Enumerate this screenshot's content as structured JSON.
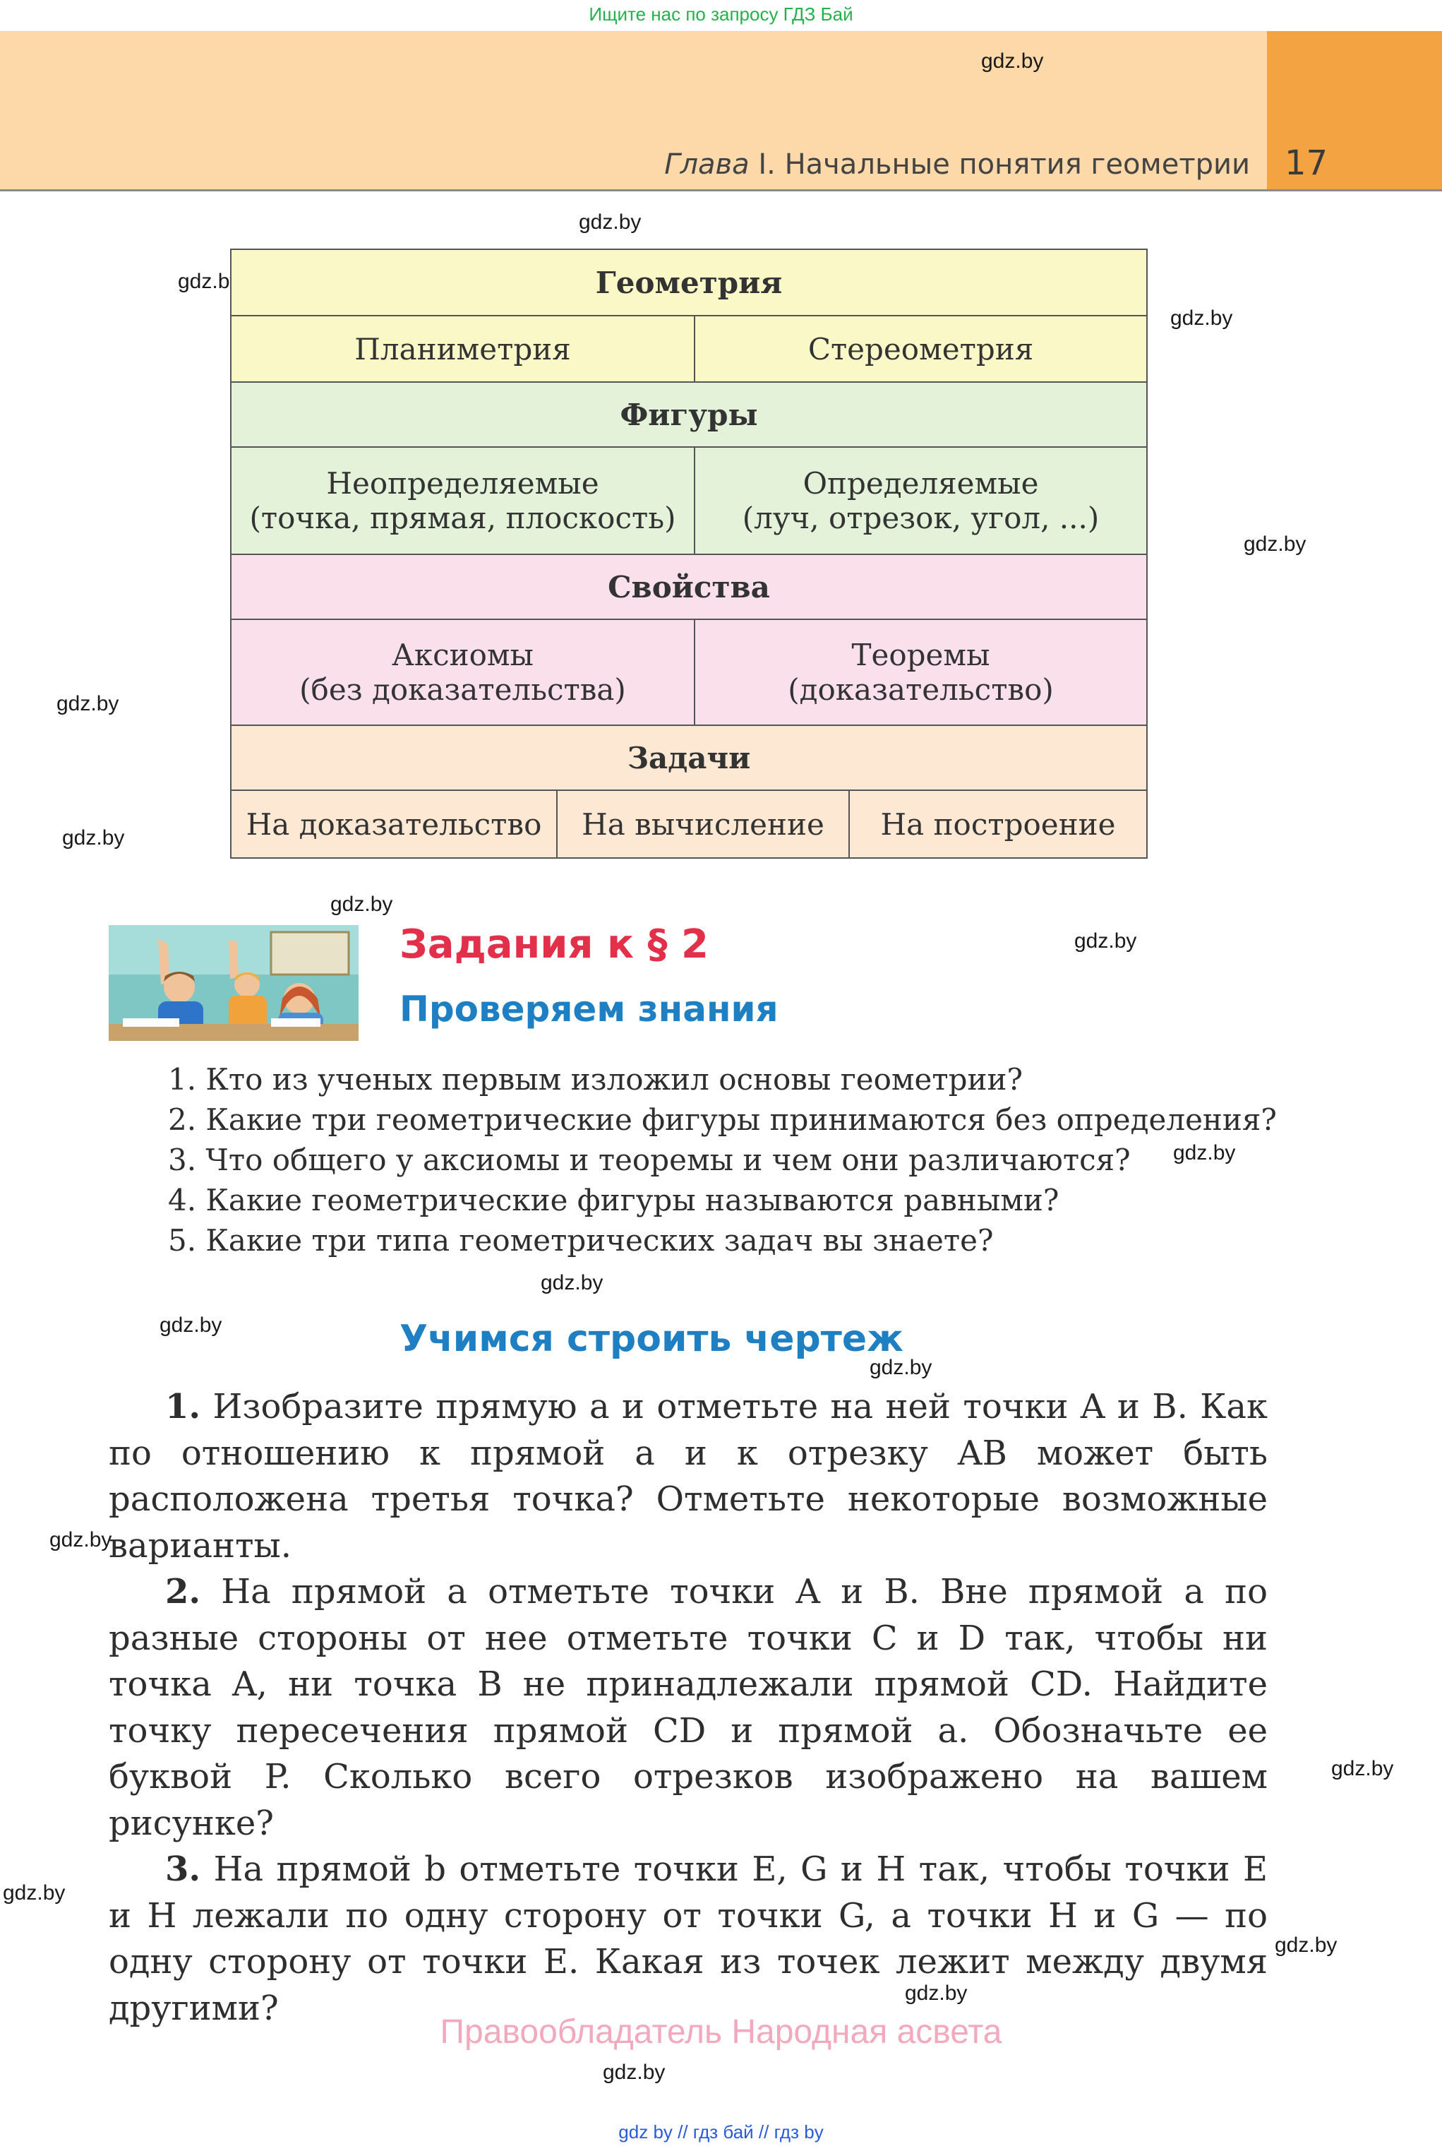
{
  "top_banner": "Ищите нас по запросу ГДЗ Бай",
  "header": {
    "chapter_italic": "Глава",
    "chapter_rest": " I. Начальные понятия геометрии",
    "page_number": "17",
    "band_color": "#fdd8a8",
    "number_color": "#f4a343"
  },
  "watermark": "gdz.by",
  "scheme": {
    "geometry": "Геометрия",
    "planimetry": "Планиметрия",
    "stereometry": "Стереометрия",
    "figures": "Фигуры",
    "undefined_title": "Неопределяемые",
    "undefined_list": "(точка, прямая, плоскость)",
    "defined_title": "Определяемые",
    "defined_list": "(луч, отрезок, угол, ...)",
    "properties": "Свойства",
    "axioms_title": "Аксиомы",
    "axioms_note": "(без доказательства)",
    "theorems_title": "Теоремы",
    "theorems_note": "(доказательство)",
    "tasks": "Задачи",
    "task_types": [
      "На доказательство",
      "На вычисление",
      "На построение"
    ]
  },
  "tasks_section": {
    "title": "Задания к § 2",
    "subtitle": "Проверяем знания",
    "questions": [
      "1. Кто из ученых первым изложил основы геометрии?",
      "2. Какие три геометрические фигуры принимаются без определения?",
      "3. Что общего у аксиомы и теоремы и чем они различаются?",
      "4. Какие геометрические фигуры называются равными?",
      "5. Какие три типа геометрических задач вы знаете?"
    ],
    "drawing_title": "Учимся строить чертеж"
  },
  "exercises": {
    "e1_num": "1.",
    "e1_text": "Изобразите прямую a и отметьте на ней точки A и B. Как по отношению к прямой a и к отрезку AB может быть расположена третья точка? Отметьте некоторые возможные варианты.",
    "e2_num": "2.",
    "e2_text": "На прямой a отметьте точки A и B. Вне прямой a по разные стороны от нее отметьте точки C и D так, чтобы ни точка A, ни точка B не принадлежали прямой CD. Найдите точку пересечения прямой CD и прямой a. Обозначьте ее буквой P. Сколько всего отрезков изображено на вашем рисунке?",
    "e3_num": "3.",
    "e3_text": "На прямой b отметьте точки E, G и H так, чтобы точки E и H лежали по одну сторону от точки G, а точки H и G — по одну сторону от точки E. Какая из точек лежит между двумя другими?"
  },
  "footer": {
    "copyright": "Правообладатель Народная асвета",
    "links": "gdz by  //  гдз бай  //  гдз by"
  }
}
